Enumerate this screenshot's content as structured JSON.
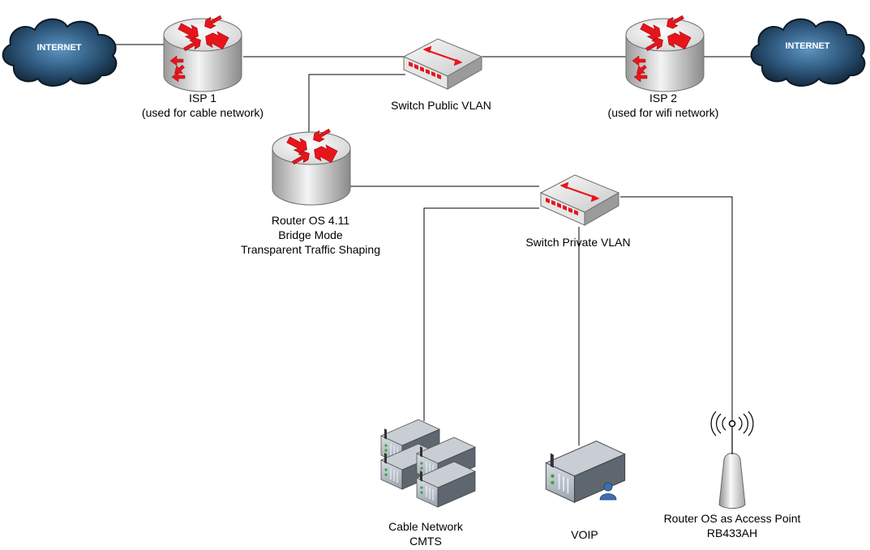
{
  "diagram": {
    "internet_left": {
      "label": "INTERNET"
    },
    "internet_right": {
      "label": "INTERNET"
    },
    "isp1": {
      "title": "ISP 1",
      "subtitle": "(used for cable network)"
    },
    "isp2": {
      "title": "ISP 2",
      "subtitle": "(used for wifi network)"
    },
    "switch_public": {
      "label": "Switch Public VLAN"
    },
    "router_bridge": {
      "line1": "Router OS 4.11",
      "line2": "Bridge Mode",
      "line3": "Transparent Traffic Shaping"
    },
    "switch_private": {
      "label": "Switch Private VLAN"
    },
    "cmts": {
      "line1": "Cable Network",
      "line2": "CMTS"
    },
    "voip": {
      "label": "VOIP"
    },
    "access_point": {
      "line1": "Router OS as Access Point",
      "line2": "RB433AH"
    }
  },
  "colors": {
    "arrow": "#e8141b",
    "line": "#000000",
    "cloud_dark": "#0f2333",
    "cloud_light": "#4d86b3"
  },
  "icons": [
    "cloud-icon",
    "router-icon",
    "switch-icon",
    "server-stack-icon",
    "server-icon",
    "antenna-icon"
  ]
}
